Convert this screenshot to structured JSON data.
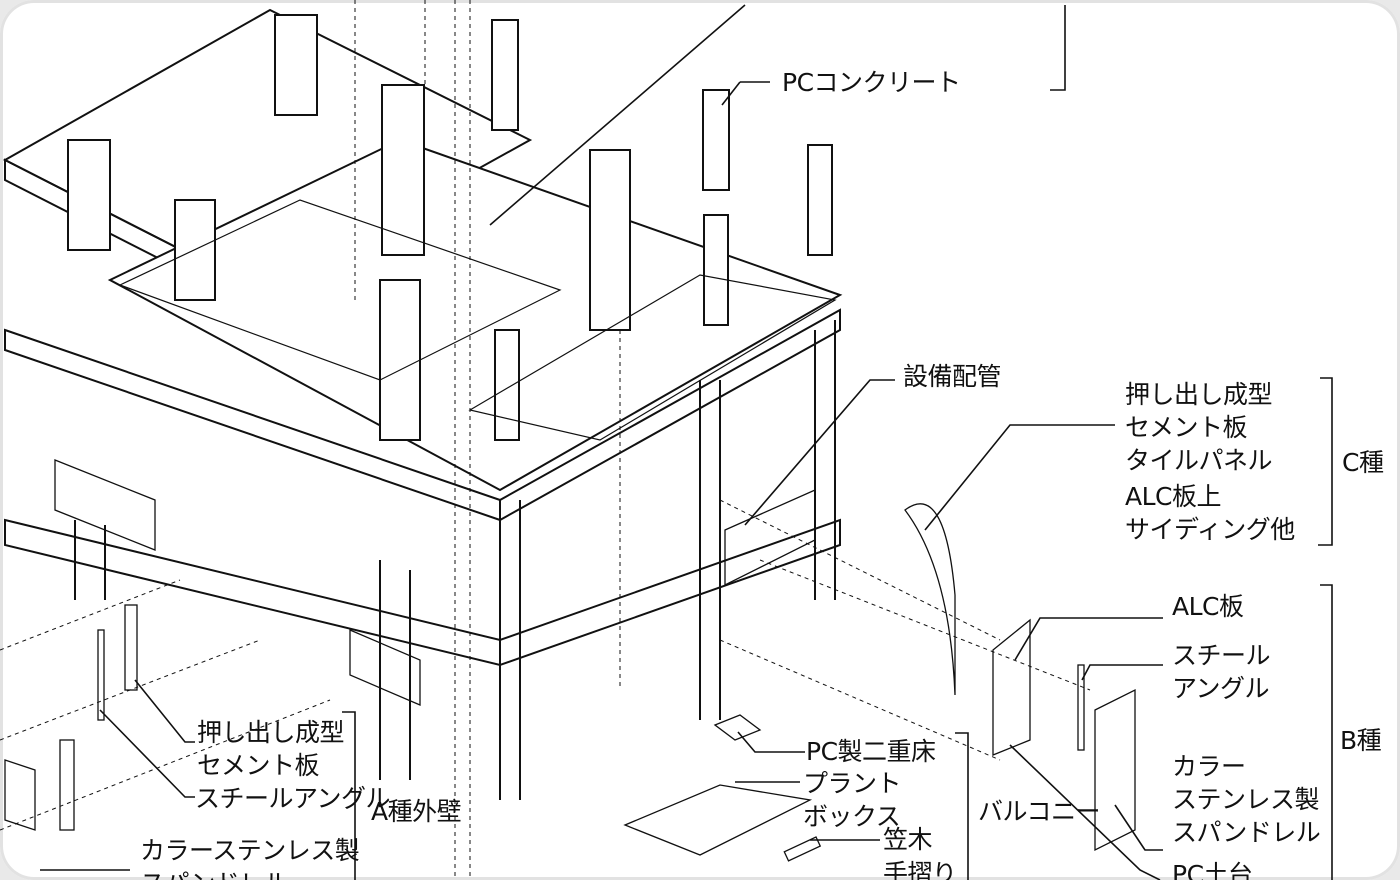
{
  "labels": {
    "pc_concrete": "PCコンクリート",
    "equipment_piping": "設備配管",
    "c_type": {
      "lines": [
        "押し出し成型",
        "セメント板",
        "タイルパネル",
        "ALC板上",
        "サイディング他"
      ],
      "group": "C種"
    },
    "b_type": {
      "alc": "ALC板",
      "steel_angle": [
        "スチール",
        "アングル"
      ],
      "spandrel": [
        "カラー",
        "ステンレス製",
        "スパンドレル"
      ],
      "pc_base": "PC土台",
      "group": "B種"
    },
    "a_type": {
      "cement_board": [
        "押し出し成型",
        "セメント板"
      ],
      "steel_angle": "スチールアングル",
      "spandrel": [
        "カラーステンレス製",
        "スパンドレル"
      ],
      "group": "A種外壁"
    },
    "balcony": {
      "double_floor": "PC製二重床",
      "plant_box": [
        "プラント",
        "ボックス"
      ],
      "coping": "笠木",
      "handrail": "手摺り",
      "group": "バルコニー"
    }
  },
  "colors": {
    "ink": "#111111",
    "frame": "#e2e2e2",
    "background": "#ffffff"
  }
}
